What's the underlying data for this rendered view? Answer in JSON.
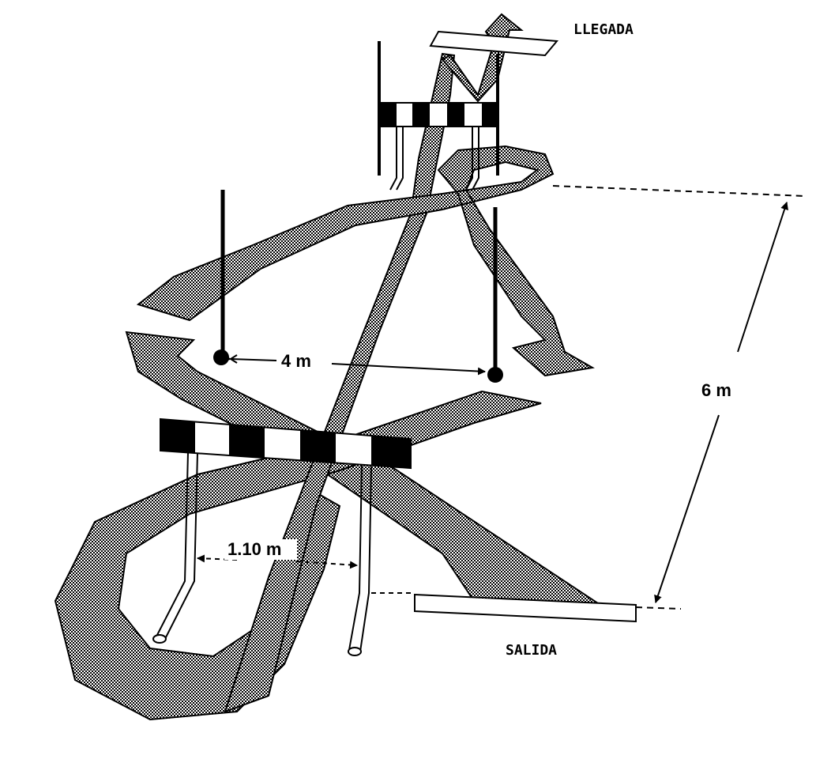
{
  "labels": {
    "finish": "LLEGADA",
    "start": "SALIDA",
    "pole_distance": "4 m",
    "course_length": "6 m",
    "hurdle_height": "1.10 m"
  },
  "colors": {
    "ink": "#000000",
    "paper": "#ffffff",
    "path_fill": "checkered-grey"
  }
}
